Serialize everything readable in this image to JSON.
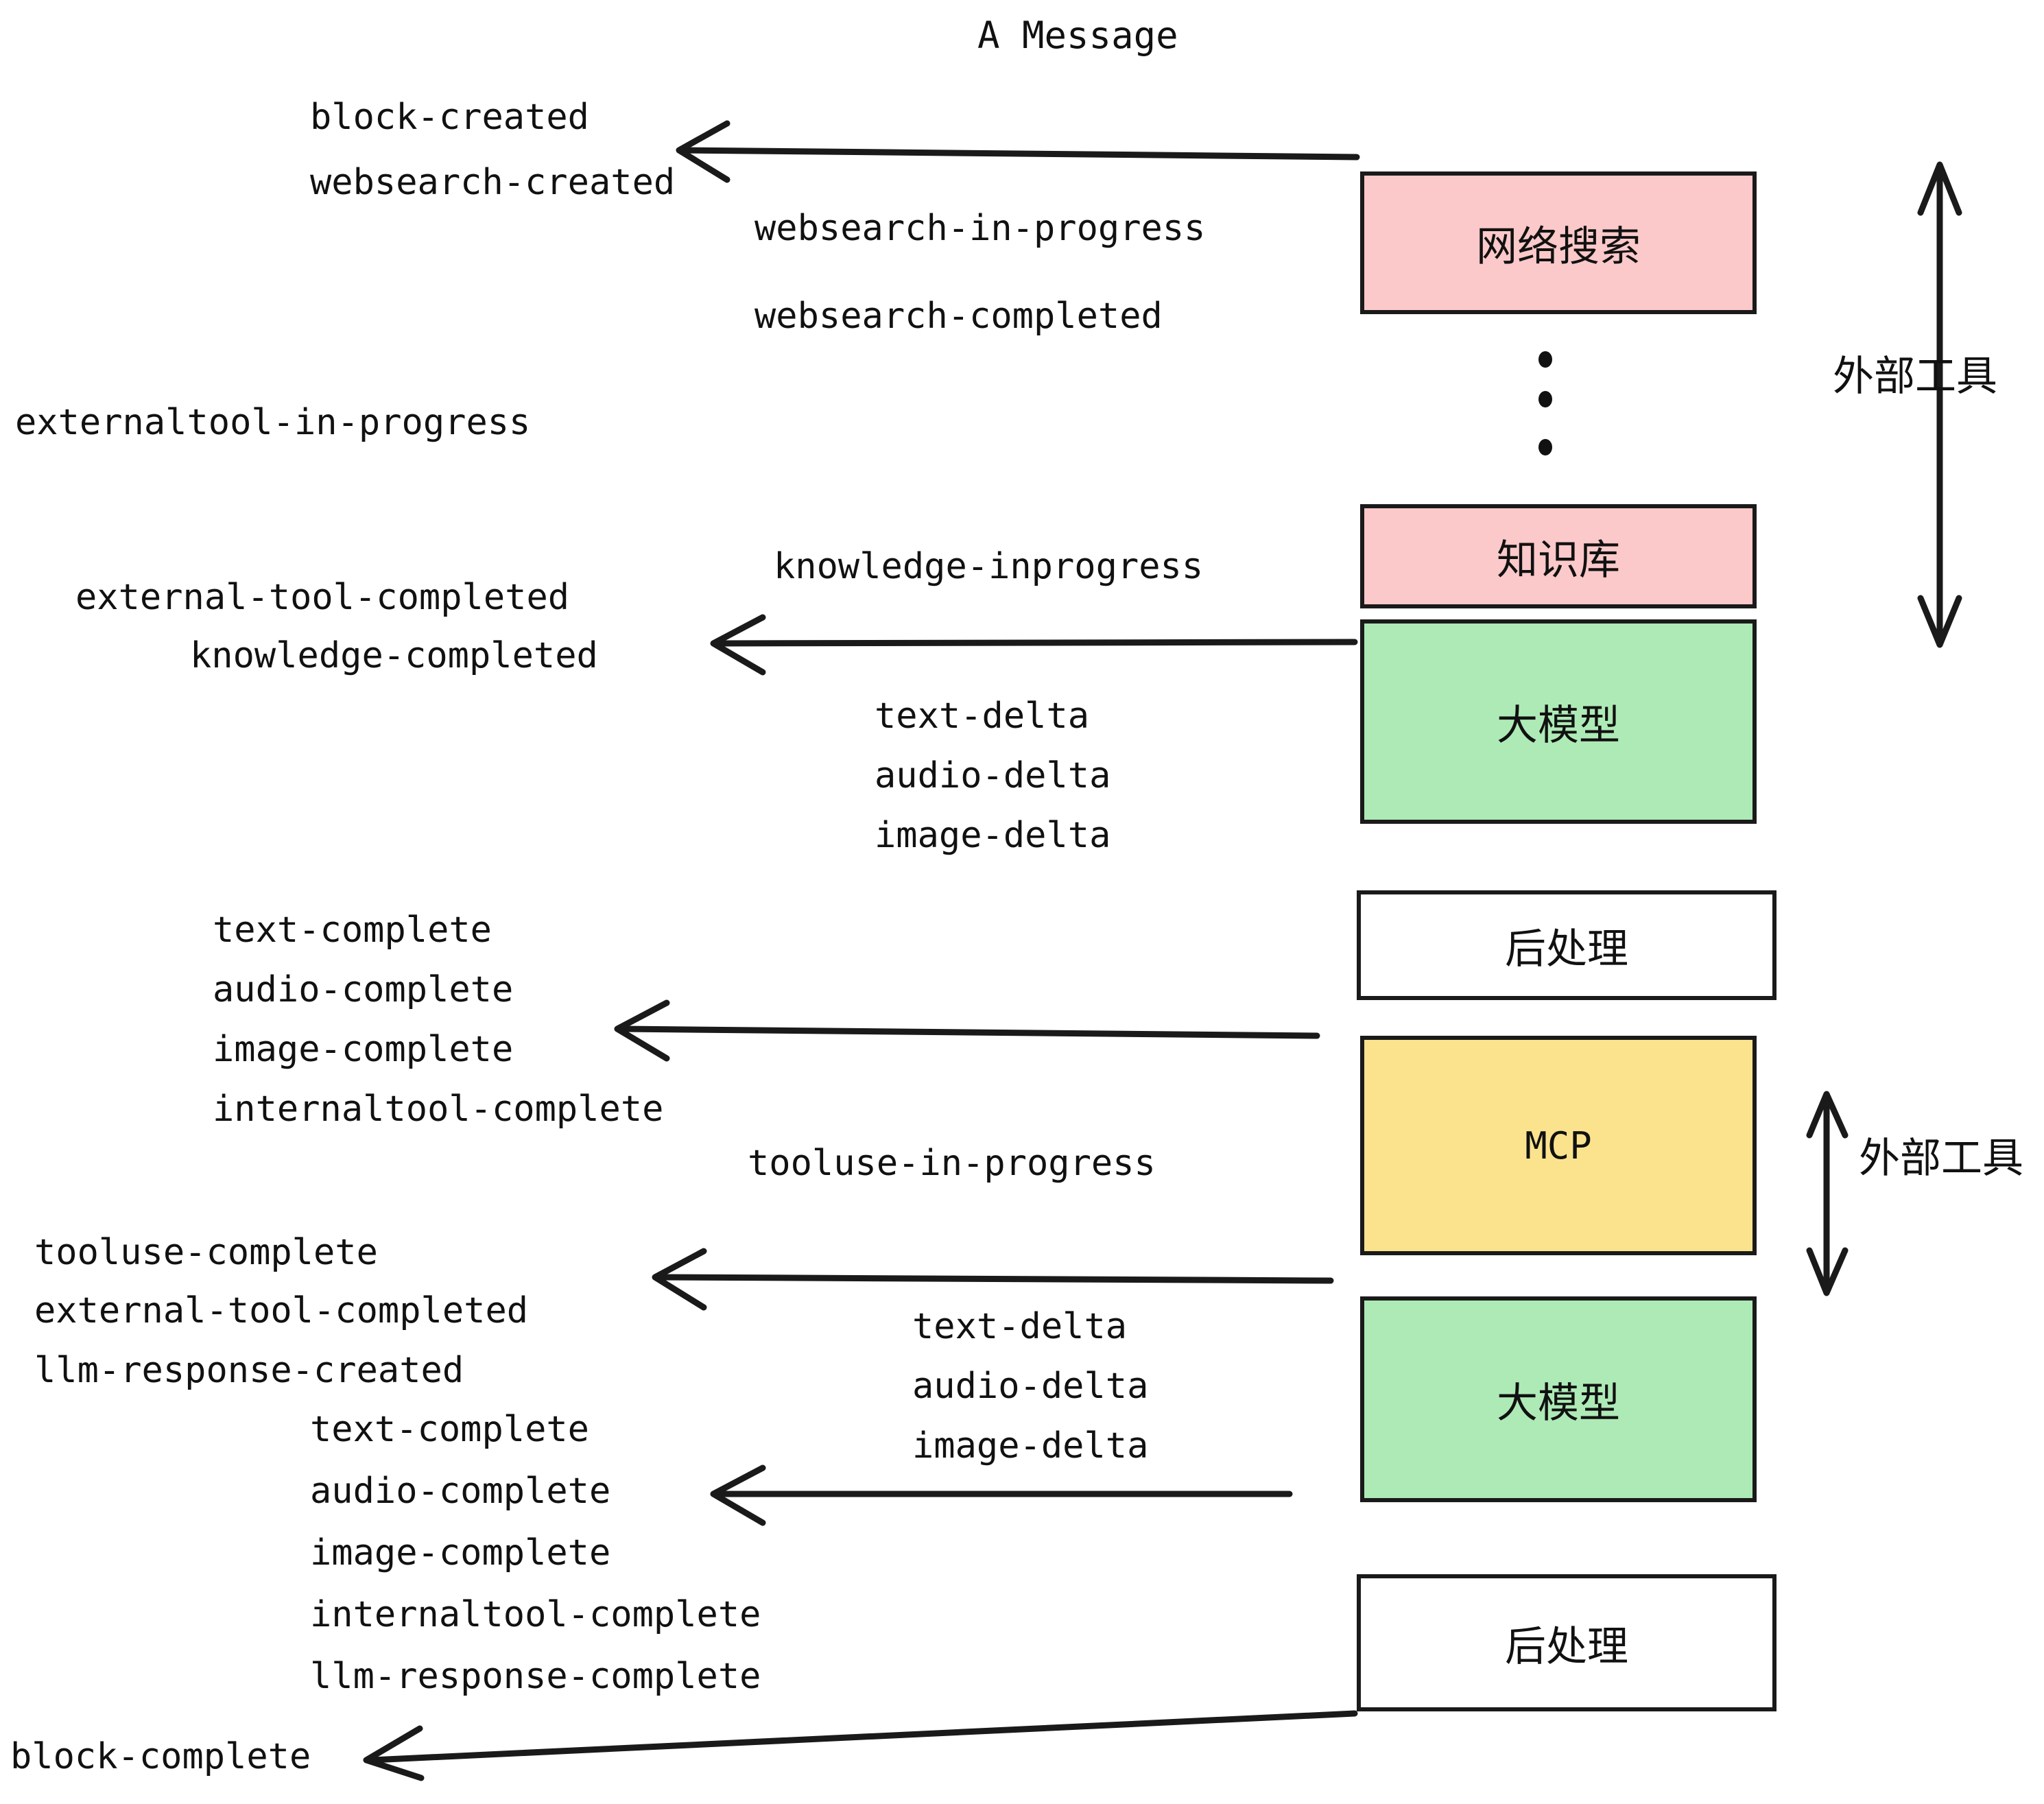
{
  "title": "A Message",
  "events": {
    "block_created": "block-created",
    "websearch_created": "websearch-created",
    "websearch_in_progress": "websearch-in-progress",
    "websearch_completed": "websearch-completed",
    "externaltool_in_progress": "externaltool-in-progress",
    "knowledge_inprogress": "knowledge-inprogress",
    "external_tool_completed_1": "external-tool-completed",
    "knowledge_completed": "knowledge-completed",
    "text_delta_1": "text-delta",
    "audio_delta_1": "audio-delta",
    "image_delta_1": "image-delta",
    "text_complete_1": "text-complete",
    "audio_complete_1": "audio-complete",
    "image_complete_1": "image-complete",
    "internaltool_complete_1": "internaltool-complete",
    "tooluse_in_progress": "tooluse-in-progress",
    "tooluse_complete": "tooluse-complete",
    "external_tool_completed_2": "external-tool-completed",
    "llm_response_created": "llm-response-created",
    "text_delta_2": "text-delta",
    "audio_delta_2": "audio-delta",
    "image_delta_2": "image-delta",
    "text_complete_2": "text-complete",
    "audio_complete_2": "audio-complete",
    "image_complete_2": "image-complete",
    "internaltool_complete_2": "internaltool-complete",
    "llm_response_complete": "llm-response-complete",
    "block_complete": "block-complete"
  },
  "boxes": {
    "websearch": "网络搜索",
    "knowledge": "知识库",
    "llm_top": "大模型",
    "postprocess_top": "后处理",
    "mcp": "MCP",
    "llm_bottom": "大模型",
    "postprocess_bottom": "后处理"
  },
  "annotations": {
    "external_tool_top": "外部工具",
    "external_tool_bottom": "外部工具"
  },
  "colors": {
    "pink": "#fbc9c9",
    "green": "#aeeab6",
    "yellow": "#fbe38e",
    "white": "#ffffff",
    "stroke": "#1a1a1a",
    "text": "#111111",
    "background": "#ffffff"
  }
}
